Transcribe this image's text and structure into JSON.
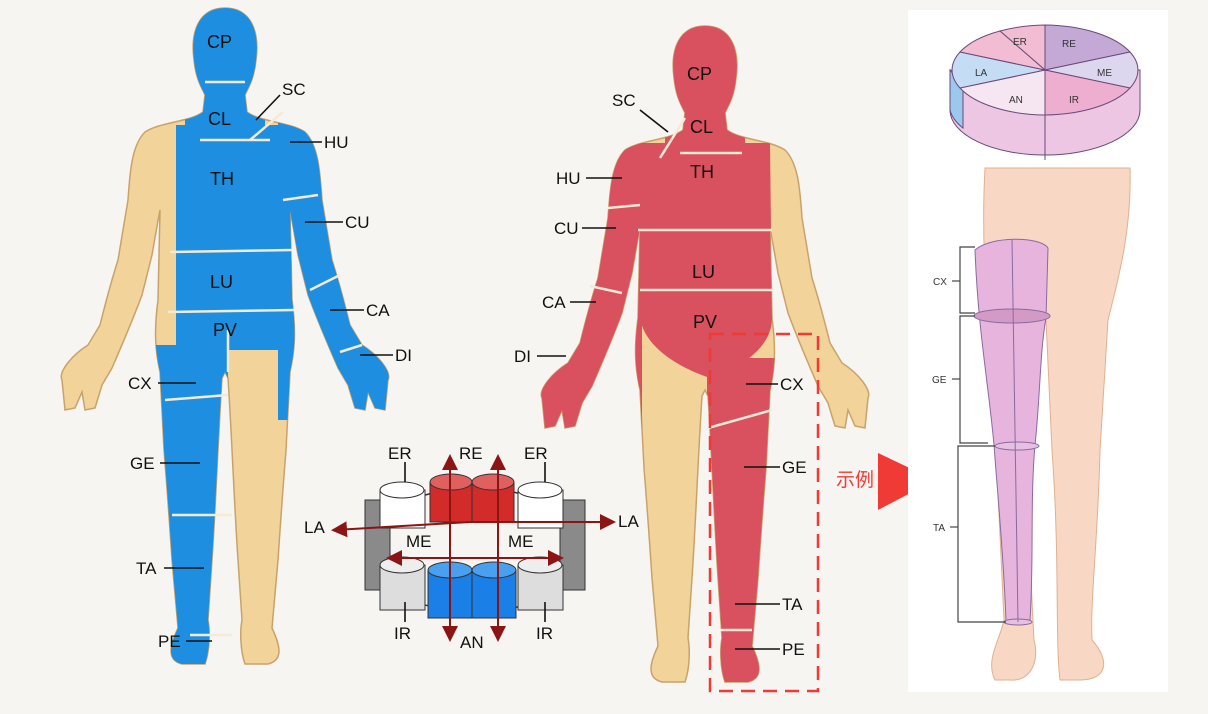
{
  "back_figure": {
    "segments": [
      "CP",
      "CL",
      "TH",
      "LU",
      "PV"
    ],
    "labels": [
      "SC",
      "HU",
      "CU",
      "CA",
      "DI",
      "CX",
      "GE",
      "TA",
      "PE"
    ]
  },
  "front_figure": {
    "segments": [
      "CP",
      "CL",
      "TH",
      "LU",
      "PV"
    ],
    "labels": [
      "SC",
      "HU",
      "CU",
      "CA",
      "DI",
      "CX",
      "GE",
      "TA",
      "PE"
    ]
  },
  "ring_diagram": {
    "labels": [
      "ER",
      "RE",
      "ER",
      "LA",
      "LA",
      "ME",
      "ME",
      "IR",
      "AN",
      "IR"
    ]
  },
  "example_arrow": {
    "label": "示例"
  },
  "detail_panel": {
    "pie_labels": [
      "ER",
      "RE",
      "LA",
      "ME",
      "AN",
      "IR"
    ],
    "leg_labels": [
      "CX",
      "GE",
      "TA"
    ]
  },
  "colors": {
    "back": "#1e8fe0",
    "front": "#d9505e",
    "skin": "#f2d39a",
    "accent": "#f03a35"
  }
}
